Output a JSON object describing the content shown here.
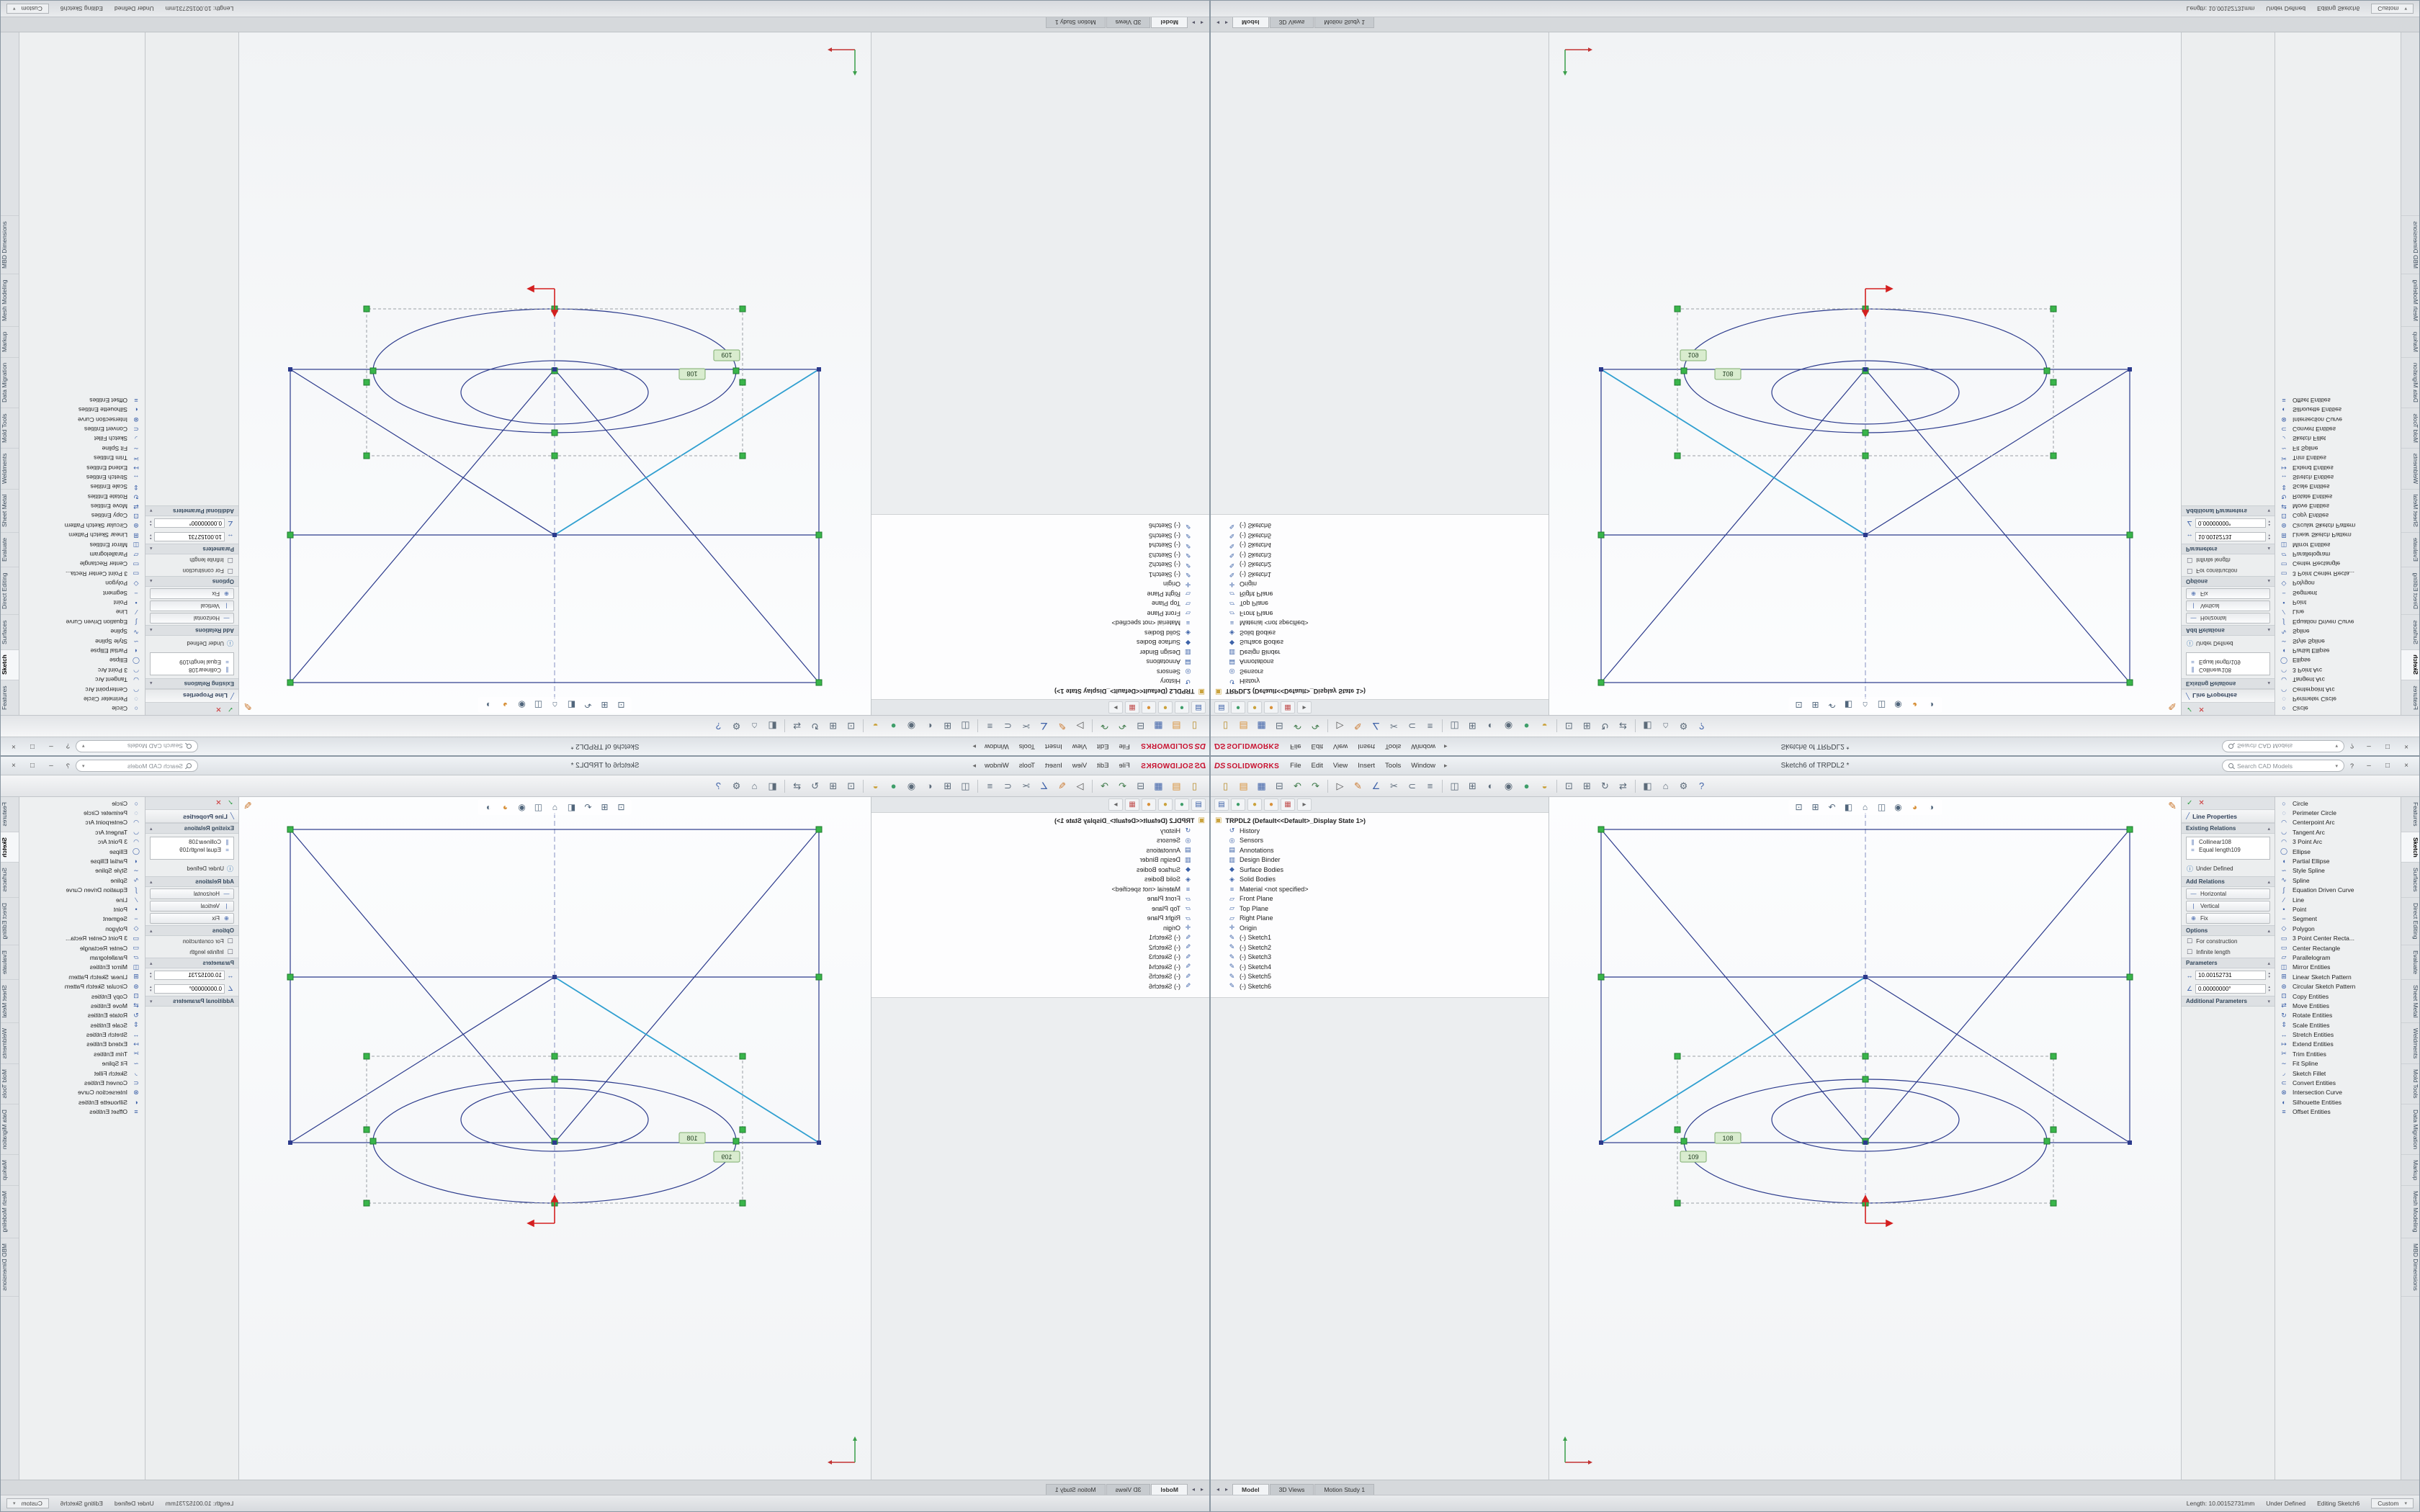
{
  "ui": {
    "chevron_up": "▴",
    "chevron_down": "▾",
    "info_icon": "ⓘ",
    "check_icon": "✓",
    "cancel_icon": "✕",
    "pencil_icon": "✎",
    "line_icon": "╱"
  },
  "app": {
    "logo_ds": "DS",
    "logo_name": "SOLIDWORKS",
    "menus": [
      "File",
      "Edit",
      "View",
      "Insert",
      "Tools",
      "Window"
    ],
    "menu_pin": "▸",
    "title": "Sketch6 of TRPDL2 *",
    "search_placeholder": "Search CAD Models",
    "search_dropdown": "▾",
    "help_label": "?",
    "window_buttons": {
      "min": "–",
      "max": "□",
      "close": "×"
    }
  },
  "toolbar": {
    "icons": [
      {
        "name": "new-document-icon",
        "glyph": "▯",
        "color": "#b98e2f"
      },
      {
        "name": "open-icon",
        "glyph": "▤",
        "color": "#d8913a"
      },
      {
        "name": "save-icon",
        "glyph": "▦",
        "color": "#3f62a8"
      },
      {
        "name": "print-icon",
        "glyph": "⊟",
        "color": "#5c6b7a"
      },
      {
        "name": "undo-icon",
        "glyph": "↶",
        "color": "#3f7a4a"
      },
      {
        "name": "redo-icon",
        "glyph": "↷",
        "color": "#3f7a4a"
      },
      {
        "sep": true
      },
      {
        "name": "select-icon",
        "glyph": "▷",
        "color": "#555555"
      },
      {
        "name": "sketch-icon",
        "glyph": "✎",
        "color": "#c9762b"
      },
      {
        "name": "smart-dimension-icon",
        "glyph": "∠",
        "color": "#3f62a8"
      },
      {
        "name": "trim-entities-icon",
        "glyph": "✂",
        "color": "#5c6b7a"
      },
      {
        "name": "convert-entities-icon",
        "glyph": "⊂",
        "color": "#5c6b7a"
      },
      {
        "name": "offset-entities-icon",
        "glyph": "≡",
        "color": "#5c6b7a"
      },
      {
        "sep": true
      },
      {
        "name": "mirror-entities-icon",
        "glyph": "◫",
        "color": "#5c6b7a"
      },
      {
        "name": "linear-pattern-icon",
        "glyph": "⊞",
        "color": "#5c6b7a"
      },
      {
        "name": "display-style-icon",
        "glyph": "◐",
        "color": "#5c6b7a"
      },
      {
        "name": "hide-show-icon",
        "glyph": "◉",
        "color": "#5c6b7a"
      },
      {
        "name": "appearance-icon",
        "glyph": "●",
        "color": "#3f9e6a"
      },
      {
        "name": "scene-icon",
        "glyph": "◒",
        "color": "#caa23c"
      },
      {
        "sep": true
      },
      {
        "name": "zoom-fit-icon",
        "glyph": "⊡",
        "color": "#5c6b7a"
      },
      {
        "name": "zoom-area-icon",
        "glyph": "⊞",
        "color": "#5c6b7a"
      },
      {
        "name": "rotate-view-icon",
        "glyph": "↻",
        "color": "#5c6b7a"
      },
      {
        "name": "pan-icon",
        "glyph": "⇄",
        "color": "#5c6b7a"
      },
      {
        "sep": true
      },
      {
        "name": "section-view-icon",
        "glyph": "◧",
        "color": "#5c6b7a"
      },
      {
        "name": "view-orientation-icon",
        "glyph": "⌂",
        "color": "#5c6b7a"
      },
      {
        "name": "options-icon",
        "glyph": "⚙",
        "color": "#5c6b7a"
      },
      {
        "name": "help-icon",
        "glyph": "?",
        "color": "#3f62a8"
      }
    ]
  },
  "feature_tree": {
    "tabs": [
      {
        "name": "featuremanager-tab",
        "glyph": "▤",
        "color": "#3f62a8"
      },
      {
        "name": "propertymanager-tab",
        "glyph": "●",
        "color": "#3f9e6a"
      },
      {
        "name": "configurationmanager-tab",
        "glyph": "●",
        "color": "#caa23c"
      },
      {
        "name": "dimxpertmanager-tab",
        "glyph": "●",
        "color": "#d8913a"
      },
      {
        "name": "displaymanager-tab",
        "glyph": "▦",
        "color": "#c25353"
      },
      {
        "name": "pane-expand-tab",
        "glyph": "▸",
        "color": "#666666"
      }
    ],
    "root": "TRPDL2 (Default<<Default>_Display State 1>)",
    "items": [
      {
        "name": "tree-item-history",
        "glyph": "↺",
        "label": "History"
      },
      {
        "name": "tree-item-sensors",
        "glyph": "◎",
        "label": "Sensors"
      },
      {
        "name": "tree-item-annotations",
        "glyph": "▤",
        "label": "Annotations"
      },
      {
        "name": "tree-item-design-binder",
        "glyph": "▥",
        "label": "Design Binder"
      },
      {
        "name": "tree-item-surface-bodies",
        "glyph": "◆",
        "label": "Surface Bodies"
      },
      {
        "name": "tree-item-solid-bodies",
        "glyph": "◈",
        "label": "Solid Bodies"
      },
      {
        "name": "tree-item-material",
        "glyph": "≡",
        "label": "Material <not specified>"
      },
      {
        "name": "tree-item-front-plane",
        "glyph": "▱",
        "label": "Front Plane"
      },
      {
        "name": "tree-item-top-plane",
        "glyph": "▱",
        "label": "Top Plane"
      },
      {
        "name": "tree-item-right-plane",
        "glyph": "▱",
        "label": "Right Plane"
      },
      {
        "name": "tree-item-origin",
        "glyph": "✛",
        "label": "Origin"
      },
      {
        "name": "tree-item-sketch1",
        "glyph": "✎",
        "label": "(-) Sketch1"
      },
      {
        "name": "tree-item-sketch2",
        "glyph": "✎",
        "label": "(-) Sketch2"
      },
      {
        "name": "tree-item-sketch3",
        "glyph": "✎",
        "label": "(-) Sketch3"
      },
      {
        "name": "tree-item-sketch4",
        "glyph": "✎",
        "label": "(-) Sketch4"
      },
      {
        "name": "tree-item-sketch5",
        "glyph": "✎",
        "label": "(-) Sketch5"
      },
      {
        "name": "tree-item-sketch6",
        "glyph": "✎",
        "label": "(-) Sketch6"
      }
    ]
  },
  "viewport": {
    "relation_tags": [
      "108",
      "109"
    ],
    "headsup_icons": [
      {
        "name": "zoom-fit-icon",
        "glyph": "⊡"
      },
      {
        "name": "zoom-area-icon",
        "glyph": "⊞"
      },
      {
        "name": "previous-view-icon",
        "glyph": "↶"
      },
      {
        "name": "section-view-icon",
        "glyph": "◧"
      },
      {
        "name": "view-orientation-icon",
        "glyph": "⌂"
      },
      {
        "name": "display-style-icon",
        "glyph": "◫"
      },
      {
        "name": "hide-items-icon",
        "glyph": "◉"
      },
      {
        "name": "appearances-icon",
        "glyph": "◕",
        "color": "#d8913a"
      },
      {
        "name": "view-settings-icon",
        "glyph": "◑"
      }
    ]
  },
  "line_properties": {
    "title": "Line Properties",
    "sections": {
      "existing_relations": "Existing Relations",
      "add_relations": "Add Relations",
      "options": "Options",
      "parameters": "Parameters",
      "additional_parameters": "Additional Parameters"
    },
    "relations": [
      {
        "name": "relation-collinear",
        "glyph": "∥",
        "label": "Collinear108"
      },
      {
        "name": "relation-equal-length",
        "glyph": "=",
        "label": "Equal length109"
      }
    ],
    "status": "Under Defined",
    "add_relation_buttons": [
      {
        "name": "add-horizontal-relation",
        "glyph": "—",
        "label": "Horizontal"
      },
      {
        "name": "add-vertical-relation",
        "glyph": "|",
        "label": "Vertical"
      },
      {
        "name": "add-fix-relation",
        "glyph": "⊕",
        "label": "Fix"
      }
    ],
    "options": [
      {
        "name": "for-construction-checkbox",
        "glyph": "☐",
        "label": "For construction"
      },
      {
        "name": "infinite-length-checkbox",
        "glyph": "☐",
        "label": "Infinite length"
      }
    ],
    "parameters": {
      "length": "10.00152731",
      "angle": "0.00000000°"
    }
  },
  "sketch_tools": [
    {
      "name": "tool-circle",
      "glyph": "○",
      "label": "Circle"
    },
    {
      "name": "tool-perimeter-circle",
      "glyph": "◌",
      "label": "Perimeter Circle"
    },
    {
      "name": "tool-centerpoint-arc",
      "glyph": "◠",
      "label": "Centerpoint Arc"
    },
    {
      "name": "tool-tangent-arc",
      "glyph": "◡",
      "label": "Tangent Arc"
    },
    {
      "name": "tool-3-point-arc",
      "glyph": "◠",
      "label": "3 Point Arc"
    },
    {
      "name": "tool-ellipse",
      "glyph": "◯",
      "label": "Ellipse"
    },
    {
      "name": "tool-partial-ellipse",
      "glyph": "◖",
      "label": "Partial Ellipse"
    },
    {
      "name": "tool-style-spline",
      "glyph": "∽",
      "label": "Style Spline"
    },
    {
      "name": "tool-spline",
      "glyph": "∿",
      "label": "Spline"
    },
    {
      "name": "tool-equation-driven-curve",
      "glyph": "∫",
      "label": "Equation Driven Curve"
    },
    {
      "name": "tool-line",
      "glyph": "∕",
      "label": "Line"
    },
    {
      "name": "tool-point",
      "glyph": "•",
      "label": "Point"
    },
    {
      "name": "tool-segment",
      "glyph": "−",
      "label": "Segment"
    },
    {
      "name": "tool-polygon",
      "glyph": "◇",
      "label": "Polygon"
    },
    {
      "name": "tool-3-point-center-rectangle",
      "glyph": "▭",
      "label": "3 Point Center Recta..."
    },
    {
      "name": "tool-center-rectangle",
      "glyph": "▭",
      "label": "Center Rectangle"
    },
    {
      "name": "tool-parallelogram",
      "glyph": "▱",
      "label": "Parallelogram"
    },
    {
      "name": "tool-mirror-entities",
      "glyph": "◫",
      "label": "Mirror Entities"
    },
    {
      "name": "tool-linear-sketch-pattern",
      "glyph": "⊞",
      "label": "Linear Sketch Pattern"
    },
    {
      "name": "tool-circular-sketch-pattern",
      "glyph": "⊛",
      "label": "Circular Sketch Pattern"
    },
    {
      "name": "tool-copy-entities",
      "glyph": "⊡",
      "label": "Copy Entities"
    },
    {
      "name": "tool-move-entities",
      "glyph": "⇄",
      "label": "Move Entities"
    },
    {
      "name": "tool-rotate-entities",
      "glyph": "↻",
      "label": "Rotate Entities"
    },
    {
      "name": "tool-scale-entities",
      "glyph": "⇕",
      "label": "Scale Entities"
    },
    {
      "name": "tool-stretch-entities",
      "glyph": "↔",
      "label": "Stretch Entities"
    },
    {
      "name": "tool-extend-entities",
      "glyph": "↦",
      "label": "Extend Entities"
    },
    {
      "name": "tool-trim-entities",
      "glyph": "✂",
      "label": "Trim Entities"
    },
    {
      "name": "tool-fit-spline",
      "glyph": "∼",
      "label": "Fit Spline"
    },
    {
      "name": "tool-sketch-fillet",
      "glyph": "◞",
      "label": "Sketch Fillet"
    },
    {
      "name": "tool-convert-entities",
      "glyph": "⊂",
      "label": "Convert Entities"
    },
    {
      "name": "tool-intersection-curve",
      "glyph": "⊗",
      "label": "Intersection Curve"
    },
    {
      "name": "tool-silhouette-entities",
      "glyph": "◐",
      "label": "Silhouette Entities"
    },
    {
      "name": "tool-offset-entities",
      "glyph": "≡",
      "label": "Offset Entities"
    }
  ],
  "command_tabs": [
    {
      "label": "Features"
    },
    {
      "label": "Sketch",
      "active": true
    },
    {
      "label": "Surfaces"
    },
    {
      "label": "Direct Editing"
    },
    {
      "label": "Evaluate"
    },
    {
      "label": "Sheet Metal"
    },
    {
      "label": "Weldments"
    },
    {
      "label": "Mold Tools"
    },
    {
      "label": "Data Migration"
    },
    {
      "label": "Markup"
    },
    {
      "label": "Mesh Modeling"
    },
    {
      "label": "MBD Dimensions"
    }
  ],
  "tabs": {
    "nav": [
      "◂",
      "▸"
    ],
    "doc_tabs": [
      {
        "name": "tab-model",
        "label": "Model",
        "active": true
      },
      {
        "name": "tab-3d-views",
        "label": "3D Views"
      },
      {
        "name": "tab-motion-study-1",
        "label": "Motion Study 1"
      }
    ]
  },
  "statusbar": {
    "length": "Length: 10.00152731mm",
    "state": "Under Defined",
    "mode": "Editing Sketch6",
    "custom": "Custom",
    "custom_chevron": "▾"
  }
}
